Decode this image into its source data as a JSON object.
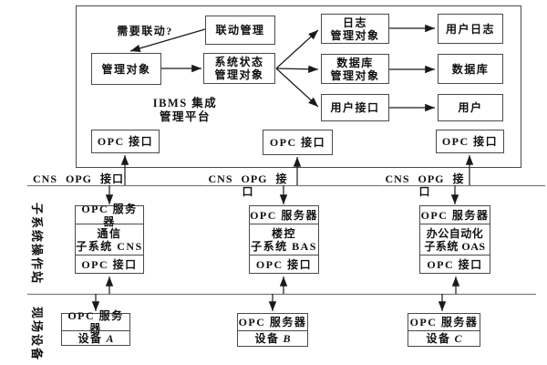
{
  "platform": {
    "title": "IBMS 集成\n管理平台",
    "question": "需要联动?",
    "linkage": "联动管理",
    "managed_object": "管理对象",
    "system_status": "系统状态\n管理对象",
    "log_mgmt": "日志\n管理对象",
    "db_mgmt": "数据库\n管理对象",
    "user_if": "用户接口",
    "user_log": "用户日志",
    "database": "数据库",
    "user": "用户",
    "opc_interface": "OPC 接口"
  },
  "bus": {
    "label_1": "CNS OPG 接口",
    "label_2": "CNS OPG 接口",
    "label_3": "CNS OPG 接口"
  },
  "sections": {
    "subsystem": "子系统操作站",
    "field": "现场设备"
  },
  "subsystems": [
    {
      "server": "OPC 服务器",
      "name": "通信\n子系统 CNS",
      "interface": "OPC 接口"
    },
    {
      "server": "OPC 服务器",
      "name": "楼控\n子系统 BAS",
      "interface": "OPC 接口"
    },
    {
      "server": "OPC 服务器",
      "name": "办公自动化\n子系统 OAS",
      "interface": "OPC 接口"
    }
  ],
  "devices": [
    {
      "server": "OPC 服务器",
      "label": "设备",
      "letter": "A"
    },
    {
      "server": "OPC 服务器",
      "label": "设备",
      "letter": "B"
    },
    {
      "server": "OPC 服务器",
      "label": "设备",
      "letter": "C"
    }
  ],
  "colors": {
    "border": "#4a4a4a",
    "bus_line": "#7a7a7a",
    "arrow": "#1a1a1a",
    "text": "#111111",
    "background": "#ffffff"
  }
}
